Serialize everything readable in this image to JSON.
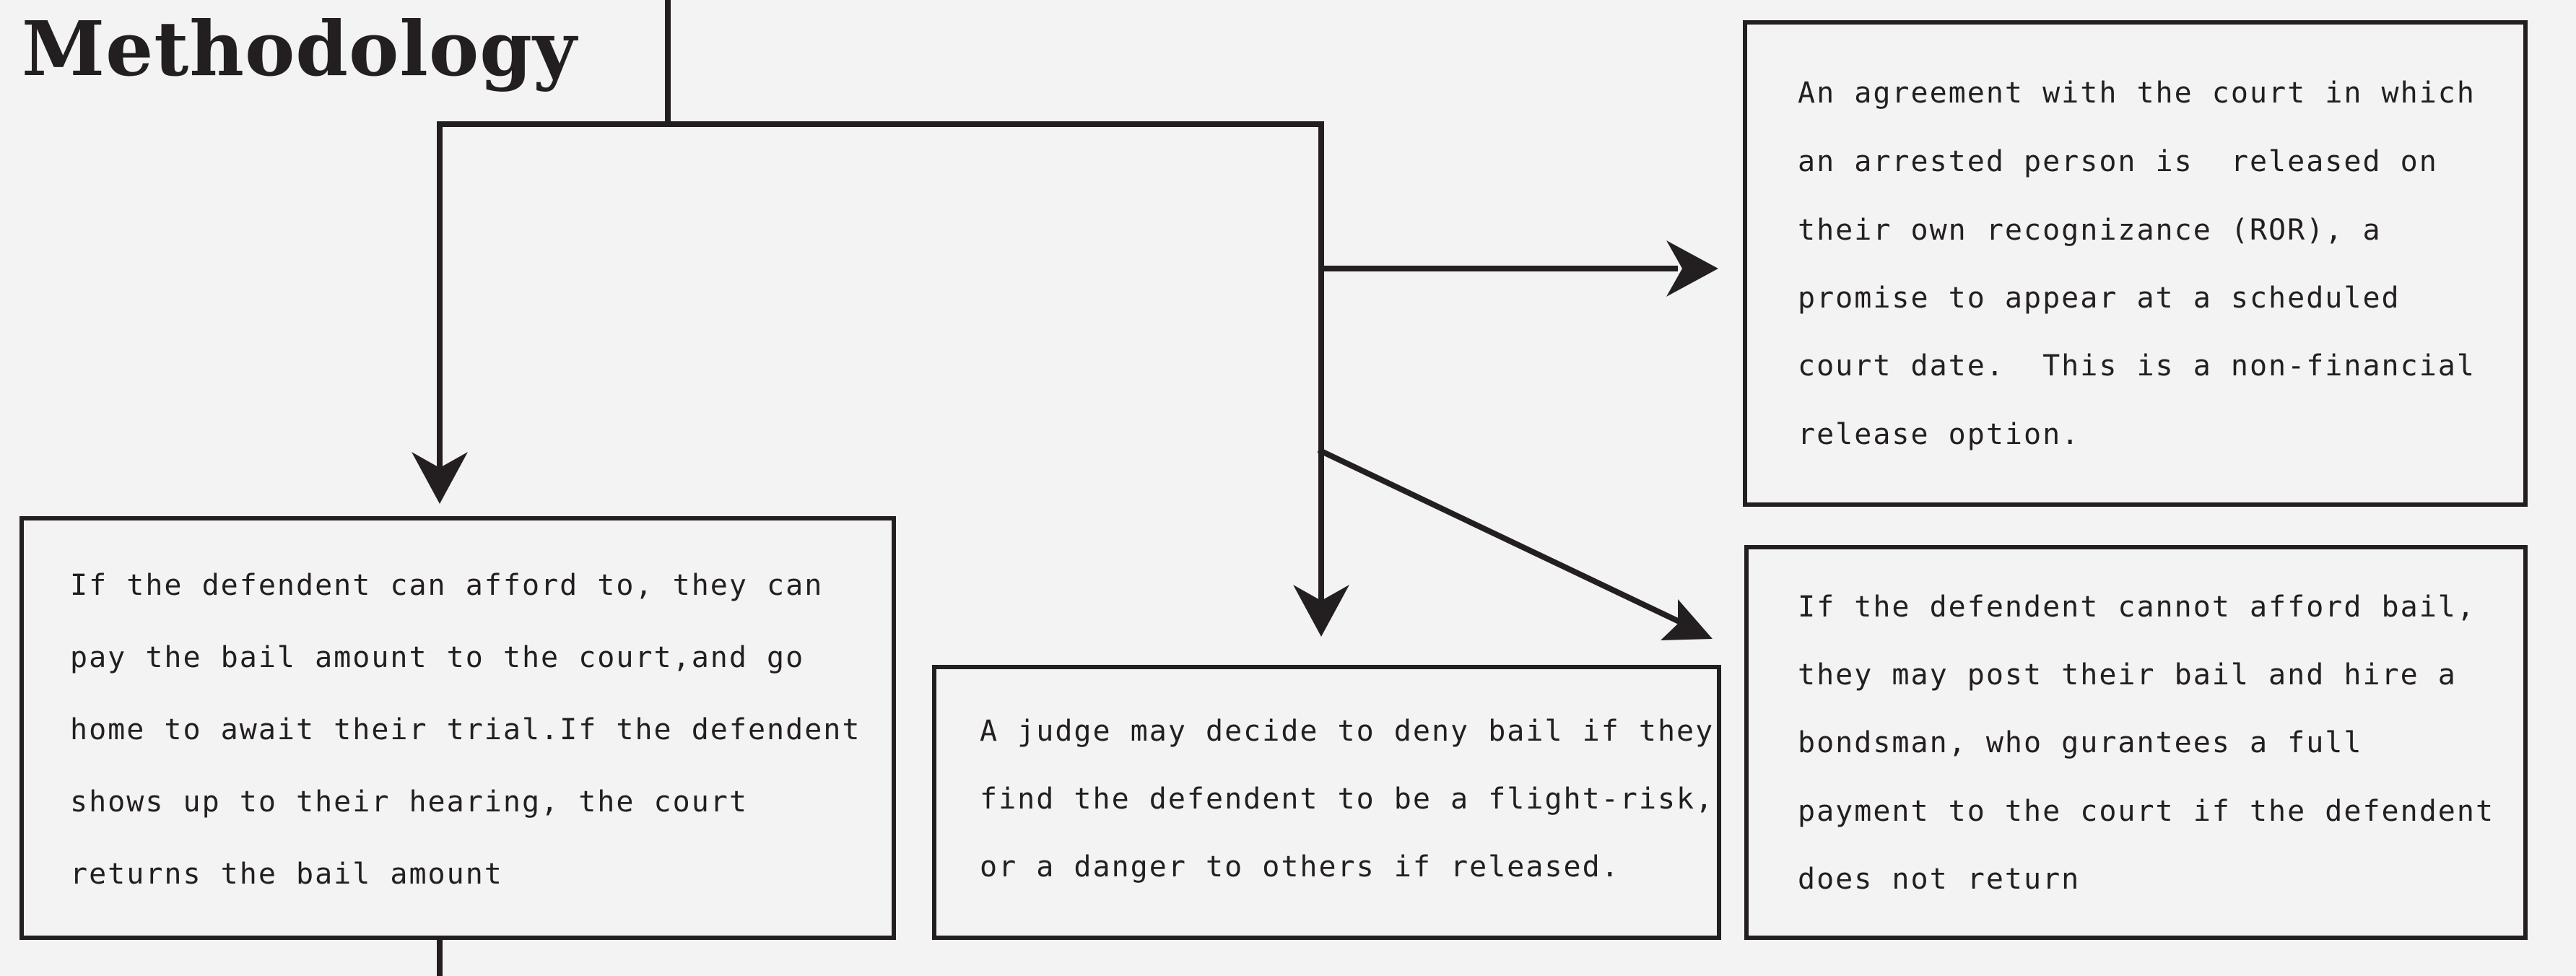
{
  "page": {
    "title": "Methodology"
  },
  "colors": {
    "ink": "#231f20",
    "background": "#f3f3f3"
  },
  "boxes": {
    "ror": {
      "lines": [
        "An agreement with the court in which",
        "an arrested person is  released on",
        "their own recognizance (ROR), a",
        "promise to appear at a scheduled",
        "court date.  This is a non-financial",
        "release option."
      ]
    },
    "pay_bail": {
      "lines": [
        "If the defendent can afford to, they can",
        "pay the bail amount to the court,and go",
        "home to await their trial.If the defendent",
        "shows up to their hearing, the court",
        "returns the bail amount"
      ]
    },
    "deny_bail": {
      "lines": [
        "A judge may decide to deny bail if they",
        "find the defendent to be a flight-risk,",
        "or a danger to others if released."
      ]
    },
    "bondsman": {
      "lines": [
        "If the defendent cannot afford bail,",
        "they may post their bail and hire a",
        "bondsman, who gurantees a full",
        "payment to the court if the defendent",
        "does not return"
      ]
    }
  }
}
